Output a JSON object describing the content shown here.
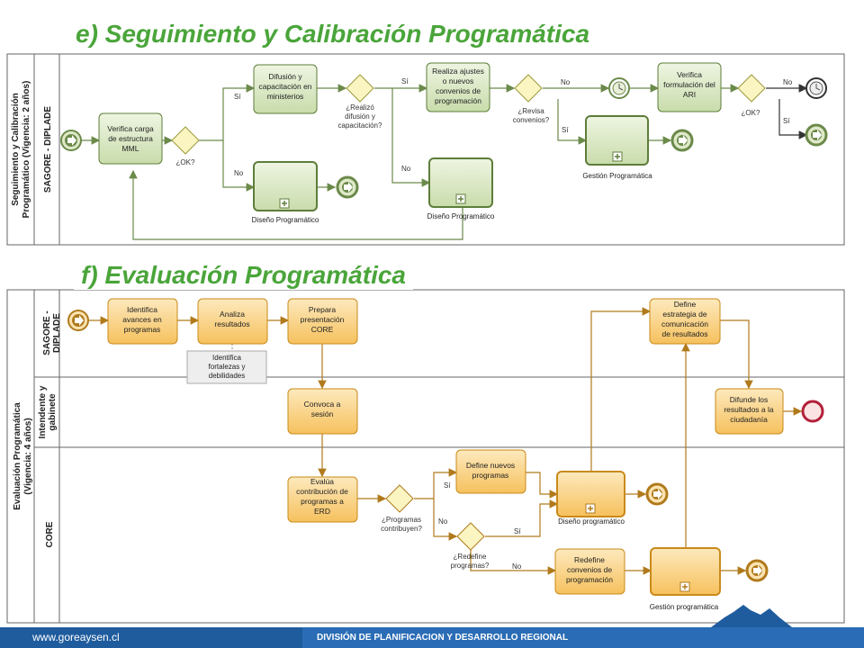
{
  "section_e": {
    "title": "e) Seguimiento y  Calibración Programática",
    "pool_label_1": "Seguimiento y Calibración",
    "pool_label_2": "Programático (Vigencia: 2 años)",
    "lane_label": "SAGORE - DIPLADE",
    "tasks": {
      "verifica_carga": [
        "Verifica carga",
        "de estructura",
        "MML"
      ],
      "difusion": [
        "Difusión y",
        "capacitación en",
        "ministerios"
      ],
      "realiza_ajustes": [
        "Realiza ajustes",
        "o nuevos",
        "convenios de",
        "programación"
      ],
      "verifica_formulacion": [
        "Verifica",
        "formulación del",
        "ARI"
      ]
    },
    "subprocesses": {
      "diseno_1": "Diseño Programático",
      "diseno_2": "Diseño Programático",
      "gestion": "Gestión Programática"
    },
    "gateways": {
      "ok1": "¿OK?",
      "realizo": [
        "¿Realizó",
        "difusión y",
        "capacitación?"
      ],
      "revisa": [
        "¿Revisa",
        "convenios?"
      ],
      "ok2": "¿OK?"
    },
    "flow_labels": {
      "si1": "Sí",
      "no1": "No",
      "si2": "Sí",
      "no2": "No",
      "no3": "No",
      "si3": "Sí",
      "no4": "No",
      "si4": "Sí"
    }
  },
  "section_f": {
    "title": "f) Evaluación Programática",
    "pool_label_1": "Evaluación  Programática",
    "pool_label_2": "(Vigencia: 4 años)",
    "lanes": {
      "sagore": [
        "SAGORE -",
        "DIPLADE"
      ],
      "intendente": [
        "Intendente y",
        "gabinete"
      ],
      "core": "CORE"
    },
    "tasks": {
      "identifica_avances": [
        "Identifica",
        "avances en",
        "programas"
      ],
      "analiza": [
        "Analiza",
        "resultados"
      ],
      "prepara": [
        "Prepara",
        "presentación",
        "CORE"
      ],
      "define_estrategia": [
        "Define",
        "estrategia de",
        "comunicación",
        "de resultados"
      ],
      "convoca": [
        "Convoca  a",
        "sesión"
      ],
      "difunde": [
        "Difunde los",
        "resultados a la",
        "ciudadanía"
      ],
      "evalua": [
        "Evalúa",
        "contribución de",
        "programas a",
        "ERD"
      ],
      "define_nuevos": [
        "Define nuevos",
        "programas"
      ],
      "redefine": [
        "Redefine",
        "convenios de",
        "programación"
      ]
    },
    "annotation": [
      "Identifica",
      "fortalezas y",
      "debilidades"
    ],
    "subprocesses": {
      "diseno": "Diseño programático",
      "gestion": "Gestión programática"
    },
    "gateways": {
      "contribuyen": [
        "¿Programas",
        "contribuyen?"
      ],
      "redefine": [
        "¿Redefine",
        "programas?"
      ]
    },
    "flow_labels": {
      "si1": "Sí",
      "no1": "No",
      "si2": "Sí",
      "no2": "No"
    }
  },
  "footer": {
    "website": "www.goreaysen.cl",
    "division": "DIVISIÓN DE PLANIFICACION Y DESARROLLO REGIONAL"
  },
  "colors": {
    "title_green": "#4aa53a",
    "task_green": "#dfecc9",
    "task_green_border": "#5e7d3b",
    "task_orange": "#fbd68a",
    "task_orange_border": "#c98a1a",
    "footer_blue": "#1f5c9e"
  }
}
